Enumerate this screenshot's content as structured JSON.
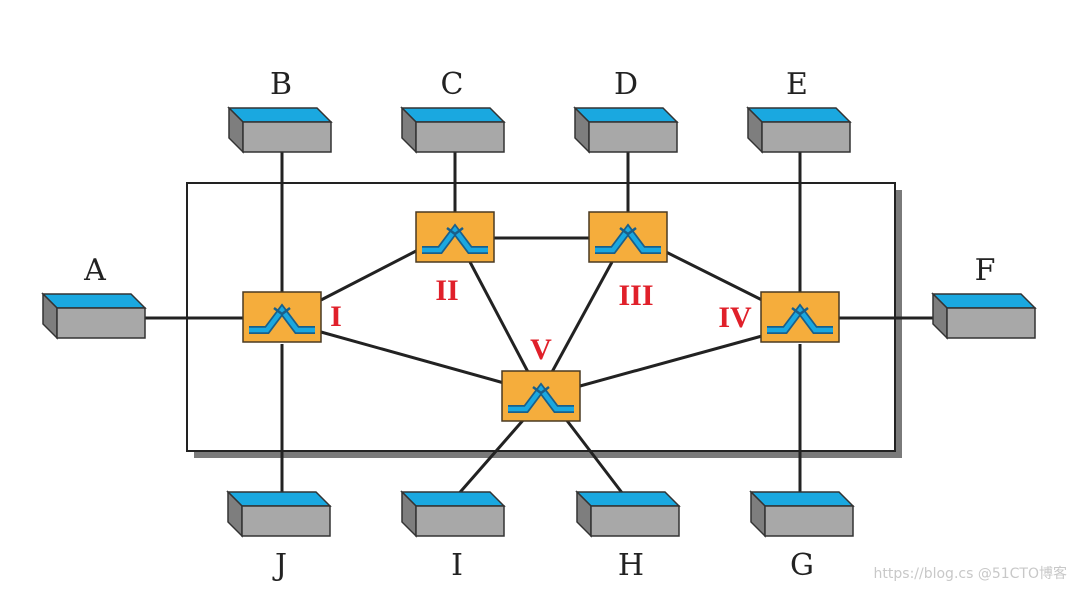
{
  "colors": {
    "switch_fill": "#f5ad3c",
    "switch_border": "#4a3a22",
    "host_top": "#1aa8e0",
    "host_body": "#a8a8a8",
    "label_red": "#e0202a"
  },
  "hosts": {
    "A": "A",
    "B": "B",
    "C": "C",
    "D": "D",
    "E": "E",
    "F": "F",
    "G": "G",
    "H": "H",
    "I": "I",
    "J": "J"
  },
  "switches": {
    "s1": "I",
    "s2": "II",
    "s3": "III",
    "s4": "IV",
    "s5": "V"
  },
  "watermark": "https://blog.cs @51CTO博客"
}
